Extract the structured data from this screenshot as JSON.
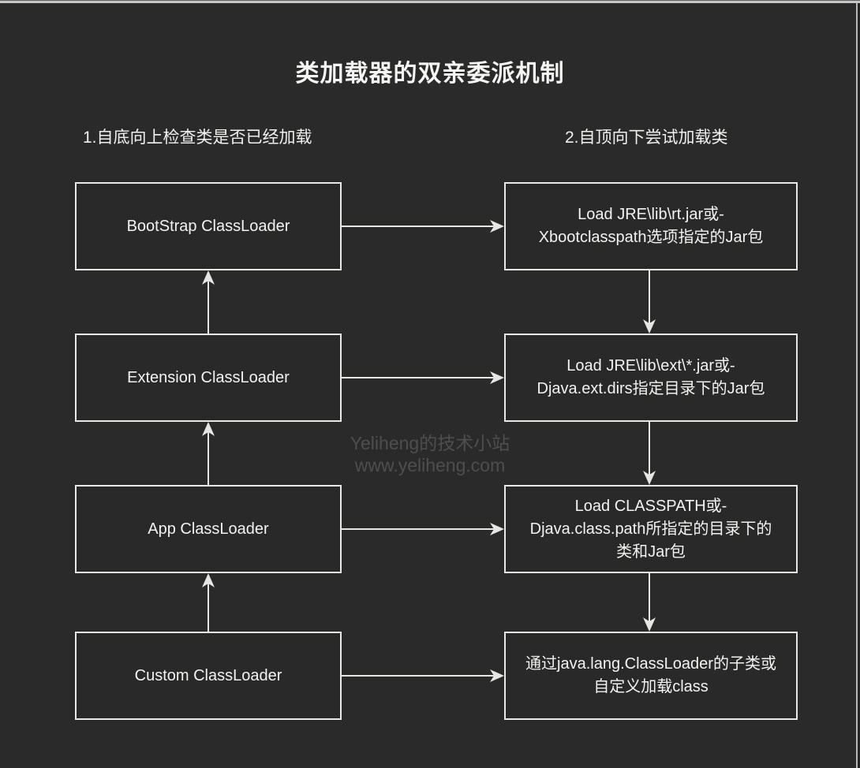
{
  "title": "类加载器的双亲委派机制",
  "annotations": {
    "left_flow": "1.自底向上检查类是否已经加载",
    "right_flow": "2.自顶向下尝试加载类"
  },
  "loader_boxes": [
    "BootStrap ClassLoader",
    "Extension ClassLoader",
    "App ClassLoader",
    "Custom ClassLoader"
  ],
  "load_boxes": [
    "Load JRE\\lib\\rt.jar或-\nXbootclasspath选项指定的Jar包",
    "Load JRE\\lib\\ext\\*.jar或-\nDjava.ext.dirs指定目录下的Jar包",
    "Load CLASSPATH或-\nDjava.class.path所指定的目录下的\n类和Jar包",
    "通过java.lang.ClassLoader的子类或\n自定义加载class"
  ],
  "watermark": {
    "line1": "Yeliheng的技术小站",
    "line2": "www.yeliheng.com"
  },
  "colors": {
    "background": "#2a2a2a",
    "box_border": "#e8e8e6",
    "text": "#f2f2f0",
    "arrow": "#e6e6e4",
    "watermark": "#4e4e4e"
  }
}
